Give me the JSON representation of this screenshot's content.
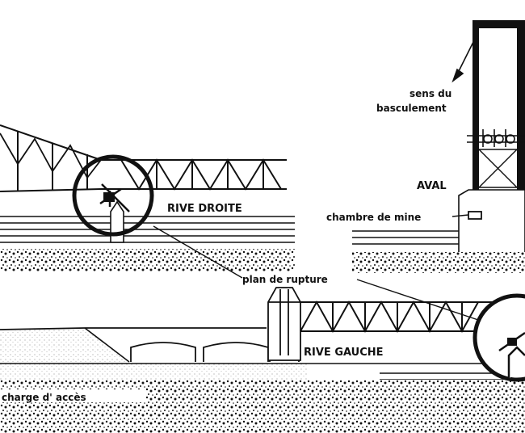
{
  "labels": {
    "sens_du": "sens du",
    "basculement": "basculement",
    "aval": "AVAL",
    "rive_droite": "RIVE DROITE",
    "chambre_de_mine": "chambre de mine",
    "plan_de_rupture": "plan de rupture",
    "rive_gauche": "RIVE GAUCHE",
    "charge_d_acces": "charge d' accès"
  },
  "colors": {
    "ink": "#111111",
    "background": "#ffffff"
  }
}
